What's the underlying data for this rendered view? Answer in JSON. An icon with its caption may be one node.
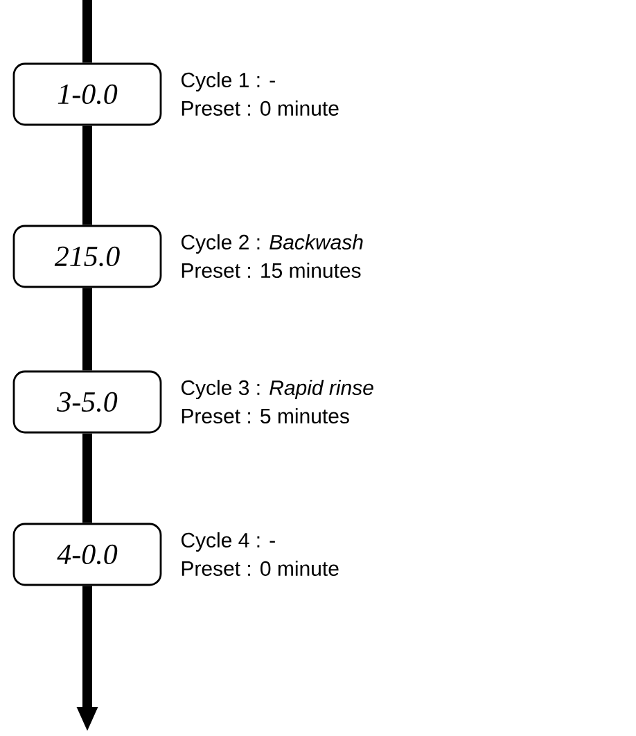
{
  "diagram": {
    "nodes": [
      {
        "text": [
          "1-0.0"
        ],
        "beside": [
          "Cycle 1 : -",
          "Preset : 0 minute"
        ]
      },
      {
        "text": [
          "215.0"
        ],
        "beside": [
          "Cycle 2 : *Backwash*",
          "Preset : 15 minutes"
        ]
      },
      {
        "text": [
          "3-5.0"
        ],
        "beside": [
          "Cycle 3 : *Rapid rinse*",
          "Preset : 5 minutes"
        ]
      },
      {
        "text": [
          "4-0.0"
        ],
        "beside": [
          "Cycle 4 : -",
          "Preset : 0 minute"
        ]
      }
    ],
    "edges": [
      {
        "from": null,
        "to": 0,
        "arrow": "none"
      },
      {
        "from": 0,
        "to": 1,
        "arrow": "none"
      },
      {
        "from": 1,
        "to": 2,
        "arrow": "none"
      },
      {
        "from": 2,
        "to": 3,
        "arrow": "none"
      },
      {
        "from": 3,
        "to": null,
        "arrow": "to"
      }
    ]
  }
}
